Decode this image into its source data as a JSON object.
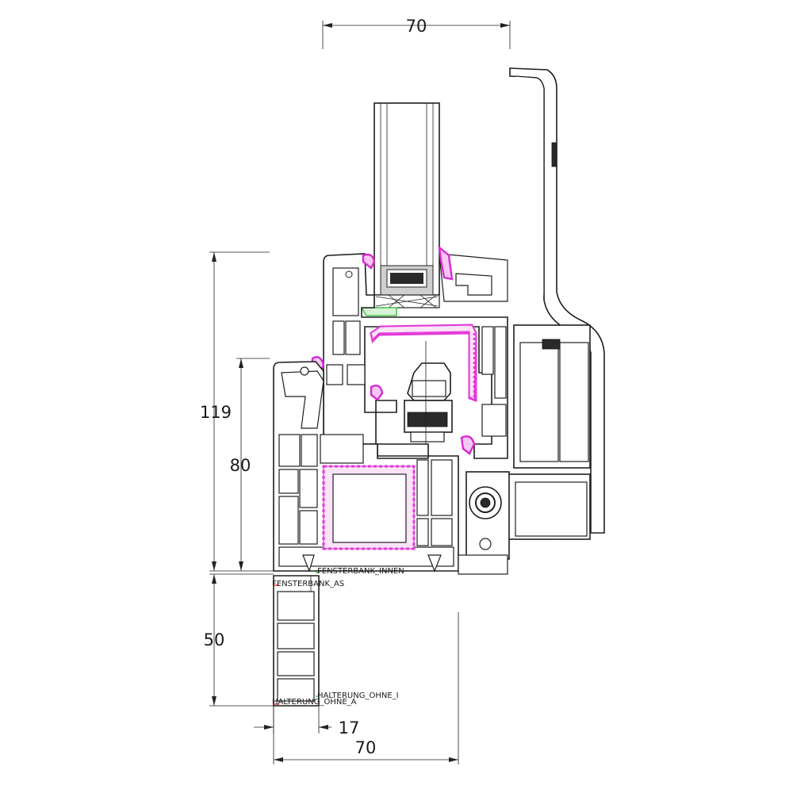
{
  "dimensions": {
    "top_width": "70",
    "height_total": "119",
    "height_frame": "80",
    "height_sill": "50",
    "offset_bottom": "17",
    "bottom_width": "70"
  },
  "labels": {
    "fensterbank_innen": "FENSTERBANK_INNEN",
    "fensterbank_as": "FENSTERBANK_AS",
    "halterung_ohne_i": "HALTERUNG_OHNE_I",
    "halterung_ohne_a": "HALTERUNG_OHNE_A"
  },
  "colors": {
    "outline": "#1e1e1e",
    "steel_reinforcement": "#e23bd8",
    "gasket": "#d62ad0",
    "glazing_block": "#4cc64c"
  }
}
